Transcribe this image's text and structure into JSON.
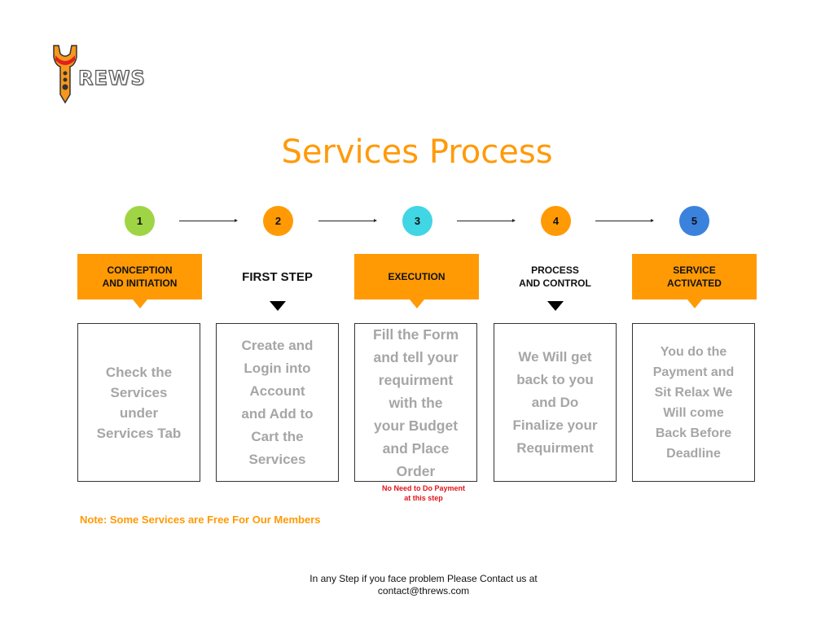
{
  "brand": {
    "logo_icon": "rocket-wrench-icon",
    "name": "REWS"
  },
  "title": "Services Process",
  "steps": [
    {
      "number": "1",
      "color": "#9fd545",
      "label": "CONCEPTION\nAND INITIATION",
      "label_style": "filled",
      "description": "Check the\nServices\n under\nServices Tab"
    },
    {
      "number": "2",
      "color": "#ff9a05",
      "label": "FIRST STEP",
      "label_style": "plain",
      "description": "Create and\n Login into\n Account\nand Add to\nCart  the\nServices"
    },
    {
      "number": "3",
      "color": "#40d6e4",
      "label": "EXECUTION",
      "label_style": "filled",
      "description": "Fill the Form\nand tell your\nrequirment\nwith the\nyour Budget\nand Place\nOrder",
      "note": "No  Need to Do Payment\nat this step"
    },
    {
      "number": "4",
      "color": "#ff9a05",
      "label": "PROCESS\nAND CONTROL",
      "label_style": "plain",
      "description": "We Will get\nback to you\n and Do\nFinalize your\nRequirment"
    },
    {
      "number": "5",
      "color": "#3b82dc",
      "label": "SERVICE\nACTIVATED",
      "label_style": "filled",
      "description": "You do the\nPayment  and\nSit Relax We\nWill come\nBack Before\nDeadline"
    }
  ],
  "members_note": "Note: Some Services are Free For Our Members",
  "footer": "In  any Step if you face problem Please Contact us at\ncontact@threws.com"
}
